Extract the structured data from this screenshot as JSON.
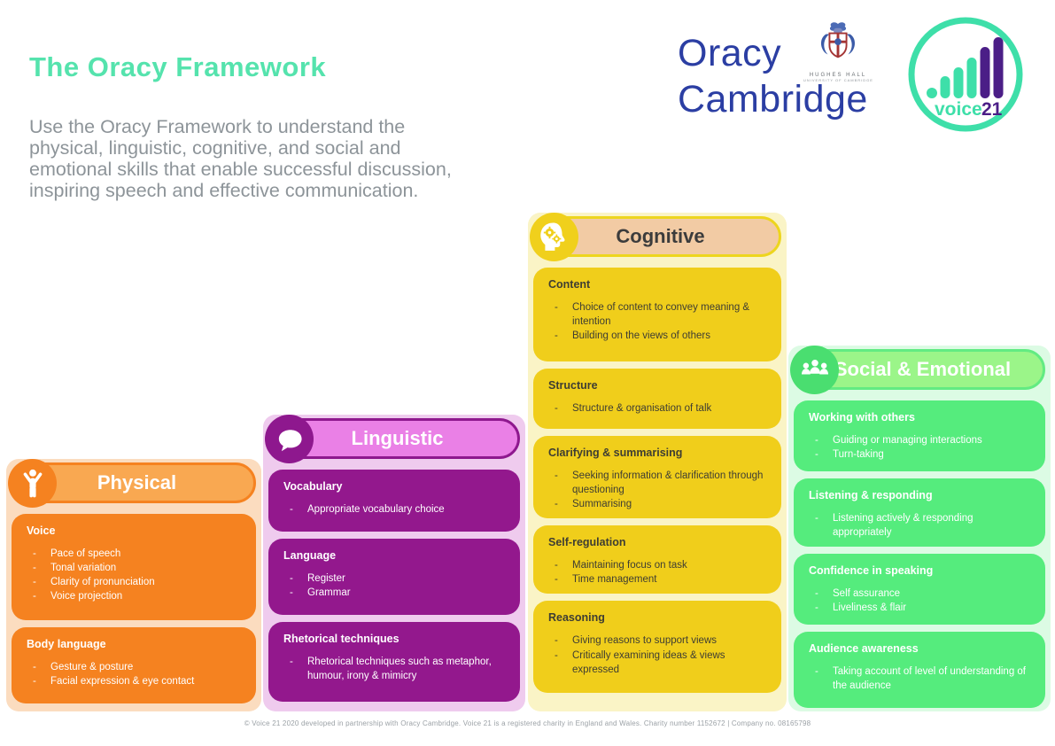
{
  "page": {
    "title": "The Oracy Framework",
    "intro": "Use the Oracy Framework to understand the physical, linguistic, cognitive, and social and emotional skills that enable successful discussion, inspiring speech and effective communication.",
    "footer": "© Voice 21 2020 developed in partnership with Oracy Cambridge. Voice 21 is a registered charity in England and Wales. Charity number 1152672 | Company no. 08165798",
    "title_color": "#55E3AD",
    "intro_color": "#8D9499"
  },
  "logos": {
    "oracy_cambridge": {
      "line1": "Oracy",
      "line2": "Cambridge",
      "crest_caption1": "HUGHES HALL",
      "crest_caption2": "UNIVERSITY OF CAMBRIDGE",
      "blue": "#2B3EA3"
    },
    "voice21": {
      "word": "voice",
      "number": "21",
      "mint": "#3EDFA9",
      "purple": "#4B1E87"
    }
  },
  "columns": [
    {
      "id": "physical",
      "title": "Physical",
      "icon": "person-icon",
      "colors": {
        "card": "#F58220",
        "bg": "#FBDCBF",
        "pill": "#F9A851",
        "pill_border": "#F58220",
        "circle": "#F58220",
        "text": "#FFFFFF"
      },
      "cards": [
        {
          "heading": "Voice",
          "bullets": [
            "Pace of speech",
            "Tonal variation",
            "Clarity of pronunciation",
            "Voice projection"
          ]
        },
        {
          "heading": "Body language",
          "bullets": [
            "Gesture & posture",
            "Facial expression & eye contact"
          ]
        }
      ]
    },
    {
      "id": "linguistic",
      "title": "Linguistic",
      "icon": "speech-bubble-icon",
      "colors": {
        "card": "#93188D",
        "bg": "#EFCBEE",
        "pill": "#EA80E6",
        "pill_border": "#8E188E",
        "circle": "#8E188E",
        "text": "#FFFFFF"
      },
      "cards": [
        {
          "heading": "Vocabulary",
          "bullets": [
            "Appropriate vocabulary choice"
          ]
        },
        {
          "heading": "Language",
          "bullets": [
            "Register",
            "Grammar"
          ]
        },
        {
          "heading": "Rhetorical techniques",
          "bullets": [
            "Rhetorical techniques such as metaphor, humour, irony & mimicry"
          ]
        }
      ]
    },
    {
      "id": "cognitive",
      "title": "Cognitive",
      "icon": "head-gears-icon",
      "colors": {
        "card": "#F0CE1B",
        "bg": "#FAF4C6",
        "pill": "#F2CBA4",
        "pill_border": "#EDD51E",
        "circle": "#F0D01C",
        "text": "#3E3D33"
      },
      "cards": [
        {
          "heading": "Content",
          "bullets": [
            "Choice of content to convey meaning & intention",
            "Building on the views of others"
          ]
        },
        {
          "heading": "Structure",
          "bullets": [
            "Structure & organisation of talk"
          ]
        },
        {
          "heading": "Clarifying & summarising",
          "bullets": [
            "Seeking information & clarification through questioning",
            "Summarising"
          ]
        },
        {
          "heading": "Self-regulation",
          "bullets": [
            "Maintaining focus on task",
            "Time management"
          ]
        },
        {
          "heading": "Reasoning",
          "bullets": [
            "Giving reasons to support views",
            "Critically examining ideas & views expressed"
          ]
        }
      ]
    },
    {
      "id": "social-emotional",
      "title": "Social & Emotional",
      "icon": "people-icon",
      "colors": {
        "card": "#55EC7D",
        "bg": "#DCFBE4",
        "pill": "#9BF589",
        "pill_border": "#62EB82",
        "circle": "#4ADE70",
        "text": "#FFFFFF"
      },
      "cards": [
        {
          "heading": "Working with others",
          "bullets": [
            "Guiding or managing interactions",
            "Turn-taking"
          ]
        },
        {
          "heading": "Listening & responding",
          "bullets": [
            "Listening actively & responding appropriately"
          ]
        },
        {
          "heading": "Confidence in speaking",
          "bullets": [
            "Self assurance",
            "Liveliness & flair"
          ]
        },
        {
          "heading": "Audience awareness",
          "bullets": [
            "Taking account of level of understanding of the audience"
          ]
        }
      ]
    }
  ]
}
